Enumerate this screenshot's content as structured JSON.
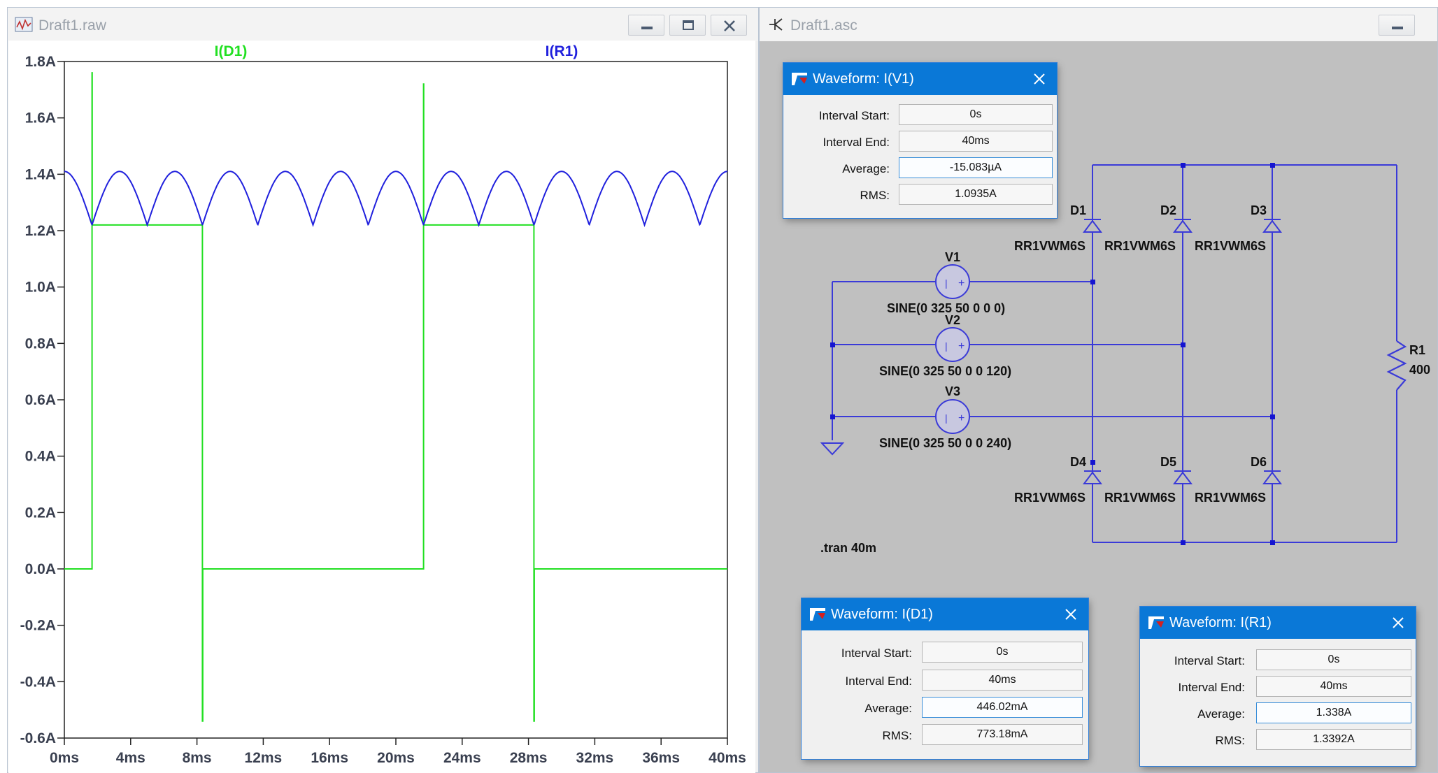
{
  "waveform_window": {
    "title": "Draft1.raw"
  },
  "schematic_window": {
    "title": "Draft1.asc"
  },
  "chart_data": {
    "type": "line",
    "title": "",
    "xlabel": "",
    "ylabel": "",
    "xlim": [
      0,
      40
    ],
    "ylim": [
      -0.6,
      1.8
    ],
    "grid": false,
    "legend_position": "top",
    "x_ticks": [
      "0ms",
      "4ms",
      "8ms",
      "12ms",
      "16ms",
      "20ms",
      "24ms",
      "28ms",
      "32ms",
      "36ms",
      "40ms"
    ],
    "y_ticks": [
      "1.8A",
      "1.6A",
      "1.4A",
      "1.2A",
      "1.0A",
      "0.8A",
      "0.6A",
      "0.4A",
      "0.2A",
      "0.0A",
      "-0.2A",
      "-0.4A",
      "-0.6A"
    ],
    "series": [
      {
        "name": "I(D1)",
        "color": "#22e022",
        "x": [
          0,
          1.67,
          1.67,
          1.68,
          1.68,
          8.33,
          8.33,
          8.35,
          8.35,
          21.67,
          21.67,
          21.68,
          21.68,
          28.33,
          28.33,
          28.35,
          28.35,
          40
        ],
        "y": [
          0,
          0,
          1.76,
          1.76,
          1.22,
          1.22,
          -0.54,
          -0.54,
          0,
          0,
          1.72,
          1.72,
          1.22,
          1.22,
          -0.54,
          -0.54,
          0,
          0
        ]
      },
      {
        "name": "I(R1)",
        "color": "#2020dd",
        "description_shape": "six-pulse rectified ripple: min 1.22A at cusps every 3.333ms (first at 1.667ms), max 1.41A",
        "period_ms": 3.3333,
        "phase_ms": 1.6667,
        "min": 1.22,
        "max": 1.41
      }
    ]
  },
  "dialogs": [
    {
      "title": "Waveform: I(V1)",
      "rows": [
        {
          "label": "Interval Start:",
          "value": "0s"
        },
        {
          "label": "Interval End:",
          "value": "40ms"
        },
        {
          "label": "Average:",
          "value": "-15.083µA"
        },
        {
          "label": "RMS:",
          "value": "1.0935A"
        }
      ]
    },
    {
      "title": "Waveform: I(D1)",
      "rows": [
        {
          "label": "Interval Start:",
          "value": "0s"
        },
        {
          "label": "Interval End:",
          "value": "40ms"
        },
        {
          "label": "Average:",
          "value": "446.02mA"
        },
        {
          "label": "RMS:",
          "value": "773.18mA"
        }
      ]
    },
    {
      "title": "Waveform: I(R1)",
      "rows": [
        {
          "label": "Interval Start:",
          "value": "0s"
        },
        {
          "label": "Interval End:",
          "value": "40ms"
        },
        {
          "label": "Average:",
          "value": "1.338A"
        },
        {
          "label": "RMS:",
          "value": "1.3392A"
        }
      ]
    }
  ],
  "schematic": {
    "diodes": [
      {
        "name": "D1",
        "model": "RR1VWM6S"
      },
      {
        "name": "D2",
        "model": "RR1VWM6S"
      },
      {
        "name": "D3",
        "model": "RR1VWM6S"
      },
      {
        "name": "D4",
        "model": "RR1VWM6S"
      },
      {
        "name": "D5",
        "model": "RR1VWM6S"
      },
      {
        "name": "D6",
        "model": "RR1VWM6S"
      }
    ],
    "sources": [
      {
        "name": "V1",
        "value": "SINE(0 325 50 0 0 0)"
      },
      {
        "name": "V2",
        "value": "SINE(0 325 50 0 0 120)"
      },
      {
        "name": "V3",
        "value": "SINE(0 325 50 0 0 240)"
      }
    ],
    "resistor": {
      "name": "R1",
      "value": "400"
    },
    "directive": ".tran 40m"
  }
}
